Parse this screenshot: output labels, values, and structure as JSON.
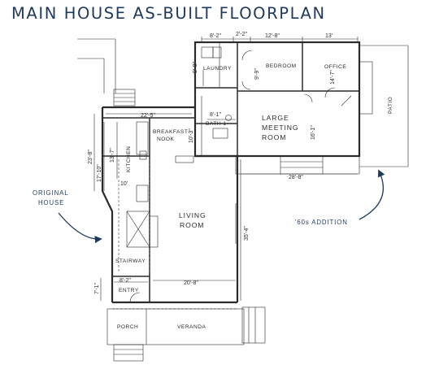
{
  "title": "MAIN HOUSE AS-BUILT FLOORPLAN",
  "rooms": {
    "laundry": "LAUNDRY",
    "bedroom": "BEDROOM",
    "office": "OFFICE",
    "patio": "PATIO",
    "large_meeting_room": [
      "LARGE",
      "MEETING",
      "ROOM"
    ],
    "bath": "BATH 1",
    "breakfast_nook": [
      "BREAKFAST",
      "NOOK"
    ],
    "kitchen": "KITCHEN",
    "living_room": [
      "LIVING",
      "ROOM"
    ],
    "stairway": "STAIRWAY",
    "entry": "ENTRY",
    "porch": "PORCH",
    "veranda": "VERANDA"
  },
  "dimensions": {
    "top_left": "8'-2\"",
    "top_small": "2'-2\"",
    "top_mid": "12'-8\"",
    "top_right": "13'",
    "laundry_v": "9'-8\"",
    "bedroom_v": "9'-9\"",
    "office_v": "14'-7\"",
    "breakfast_w": "22'-5\"",
    "bath_w": "8'-1\"",
    "bath_v": "10'-3\"",
    "meeting_v": "16'-1\"",
    "addition_w": "28'-8\"",
    "overall_v": "23'-8\"",
    "v_17": "17'-10\"",
    "kitchen_v": "13'-7\"",
    "kitchen_w": "10'",
    "living_v": "35'-4\"",
    "living_w": "20'-8\"",
    "entry_w": "8'-2\"",
    "entry_v": "7'-1\""
  },
  "callouts": {
    "original": [
      "ORIGINAL",
      "HOUSE"
    ],
    "addition": "'60s ADDITION"
  }
}
